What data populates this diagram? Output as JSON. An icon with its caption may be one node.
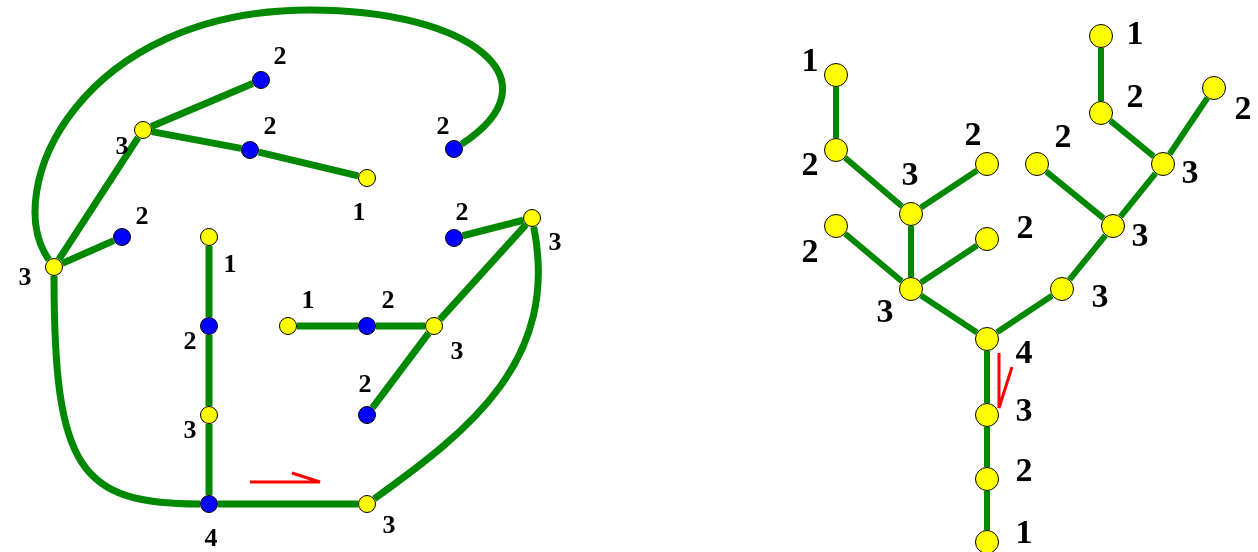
{
  "diagram": {
    "nodes": [
      {
        "text": [],
        "shape": "circle",
        "beside": [
          "3"
        ]
      },
      {
        "text": [],
        "shape": "circle",
        "beside": [
          "2"
        ]
      },
      {
        "text": [],
        "shape": "circle",
        "beside": [
          "2"
        ]
      },
      {
        "text": [],
        "shape": "circle",
        "beside": [
          "1"
        ]
      },
      {
        "text": [],
        "shape": "circle",
        "beside": [
          "2"
        ]
      },
      {
        "text": [],
        "shape": "circle",
        "beside": [
          "3"
        ]
      },
      {
        "text": [],
        "shape": "circle",
        "beside": [
          "2"
        ]
      },
      {
        "text": [],
        "shape": "circle",
        "beside": [
          "1"
        ]
      },
      {
        "text": [],
        "shape": "circle",
        "beside": [
          "2"
        ]
      },
      {
        "text": [],
        "shape": "circle",
        "beside": [
          "3"
        ]
      },
      {
        "text": [],
        "shape": "circle",
        "beside": [
          "4"
        ]
      },
      {
        "text": [],
        "shape": "circle",
        "beside": [
          "3"
        ]
      },
      {
        "text": [],
        "shape": "circle",
        "beside": [
          "1"
        ]
      },
      {
        "text": [],
        "shape": "circle",
        "beside": [
          "2"
        ]
      },
      {
        "text": [],
        "shape": "circle",
        "beside": [
          "3"
        ]
      },
      {
        "text": [],
        "shape": "circle",
        "beside": [
          "2"
        ]
      },
      {
        "text": [],
        "shape": "circle",
        "beside": [
          "2"
        ]
      },
      {
        "text": [],
        "shape": "circle",
        "beside": [
          "3"
        ]
      },
      {
        "text": [],
        "shape": "circle",
        "beside": [
          "1"
        ]
      },
      {
        "text": [],
        "shape": "circle",
        "beside": [
          "2"
        ]
      },
      {
        "text": [],
        "shape": "circle",
        "beside": [
          "3"
        ]
      },
      {
        "text": [],
        "shape": "circle",
        "beside": [
          "2"
        ]
      },
      {
        "text": [],
        "shape": "circle",
        "beside": [
          "2"
        ]
      },
      {
        "text": [],
        "shape": "circle",
        "beside": [
          "3"
        ]
      },
      {
        "text": [],
        "shape": "circle",
        "beside": [
          "2"
        ]
      },
      {
        "text": [],
        "shape": "circle",
        "beside": [
          "4"
        ]
      },
      {
        "text": [],
        "shape": "circle",
        "beside": [
          "3"
        ]
      },
      {
        "text": [],
        "shape": "circle",
        "beside": [
          "2"
        ]
      },
      {
        "text": [],
        "shape": "circle",
        "beside": [
          "1"
        ]
      },
      {
        "text": [],
        "shape": "circle",
        "beside": [
          "3"
        ]
      },
      {
        "text": [],
        "shape": "circle",
        "beside": [
          "3"
        ]
      },
      {
        "text": [],
        "shape": "circle",
        "beside": [
          "2"
        ]
      },
      {
        "text": [],
        "shape": "circle",
        "beside": [
          "3"
        ]
      },
      {
        "text": [],
        "shape": "circle",
        "beside": [
          "2"
        ]
      },
      {
        "text": [],
        "shape": "circle",
        "beside": [
          "1"
        ]
      },
      {
        "text": [],
        "shape": "circle",
        "beside": [
          "2"
        ]
      }
    ],
    "edges": [
      {
        "from": 0,
        "to": 1,
        "arrow": "none"
      },
      {
        "from": 0,
        "to": 2,
        "arrow": "none"
      },
      {
        "from": 2,
        "to": 3,
        "arrow": "none"
      },
      {
        "from": 0,
        "to": 5,
        "arrow": "none"
      },
      {
        "from": 5,
        "to": 6,
        "arrow": "none"
      },
      {
        "from": 5,
        "to": 4,
        "arrow": "none"
      },
      {
        "from": 5,
        "to": 10,
        "arrow": "none"
      },
      {
        "from": 7,
        "to": 8,
        "arrow": "none"
      },
      {
        "from": 8,
        "to": 9,
        "arrow": "none"
      },
      {
        "from": 9,
        "to": 10,
        "arrow": "none"
      },
      {
        "from": 10,
        "to": 11,
        "arrow": "none"
      },
      {
        "from": 11,
        "to": 17,
        "arrow": "none"
      },
      {
        "from": 12,
        "to": 13,
        "arrow": "none"
      },
      {
        "from": 13,
        "to": 14,
        "arrow": "none"
      },
      {
        "from": 14,
        "to": 15,
        "arrow": "none"
      },
      {
        "from": 14,
        "to": 17,
        "arrow": "none"
      },
      {
        "from": 16,
        "to": 17,
        "arrow": "none"
      },
      {
        "from": 18,
        "to": 19,
        "arrow": "none"
      },
      {
        "from": 19,
        "to": 20,
        "arrow": "none"
      },
      {
        "from": 20,
        "to": 21,
        "arrow": "none"
      },
      {
        "from": 20,
        "to": 23,
        "arrow": "none"
      },
      {
        "from": 22,
        "to": 23,
        "arrow": "none"
      },
      {
        "from": 23,
        "to": 24,
        "arrow": "none"
      },
      {
        "from": 23,
        "to": 25,
        "arrow": "none"
      },
      {
        "from": 25,
        "to": 26,
        "arrow": "none"
      },
      {
        "from": 26,
        "to": 27,
        "arrow": "none"
      },
      {
        "from": 27,
        "to": 28,
        "arrow": "none"
      },
      {
        "from": 25,
        "to": 29,
        "arrow": "none"
      },
      {
        "from": 29,
        "to": 30,
        "arrow": "none"
      },
      {
        "from": 30,
        "to": 31,
        "arrow": "none"
      },
      {
        "from": 30,
        "to": 32,
        "arrow": "none"
      },
      {
        "from": 32,
        "to": 33,
        "arrow": "none"
      },
      {
        "from": 33,
        "to": 34,
        "arrow": "none"
      },
      {
        "from": 32,
        "to": 35,
        "arrow": "none"
      }
    ]
  }
}
